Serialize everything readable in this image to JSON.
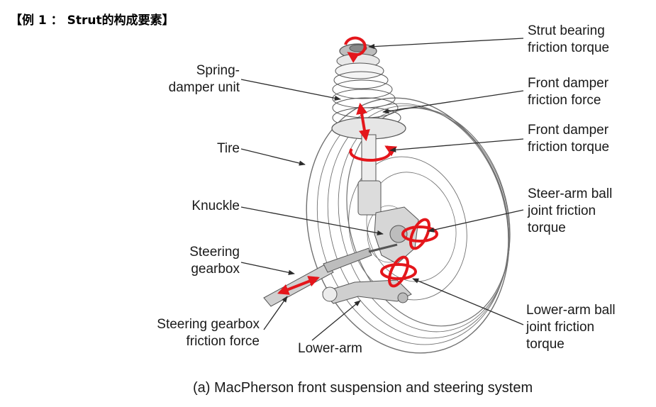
{
  "heading": "【例 1 ： Strut的构成要素】",
  "caption": "(a) MacPherson front suspension and steering system",
  "labels": {
    "strut_bearing": [
      "Strut bearing",
      "friction torque"
    ],
    "spring_damper": [
      "Spring-",
      "damper unit"
    ],
    "front_damper_force": [
      "Front damper",
      "friction force"
    ],
    "front_damper_torque": [
      "Front damper",
      "friction torque"
    ],
    "tire": [
      "Tire"
    ],
    "steer_arm_ball": [
      "Steer-arm ball",
      "joint friction",
      "torque"
    ],
    "knuckle": [
      "Knuckle"
    ],
    "steering_gearbox": [
      "Steering",
      "gearbox"
    ],
    "gearbox_friction": [
      "Steering gearbox",
      "friction force"
    ],
    "lower_arm": [
      "Lower-arm"
    ],
    "lower_arm_ball": [
      "Lower-arm ball",
      "joint friction",
      "torque"
    ]
  },
  "colors": {
    "accent": "#e4161b",
    "line": "#2b2b2b",
    "drawing": "#6f6f6f"
  },
  "icons": [
    "circular-torque-arrow-icon",
    "double-headed-force-arrow-icon"
  ]
}
